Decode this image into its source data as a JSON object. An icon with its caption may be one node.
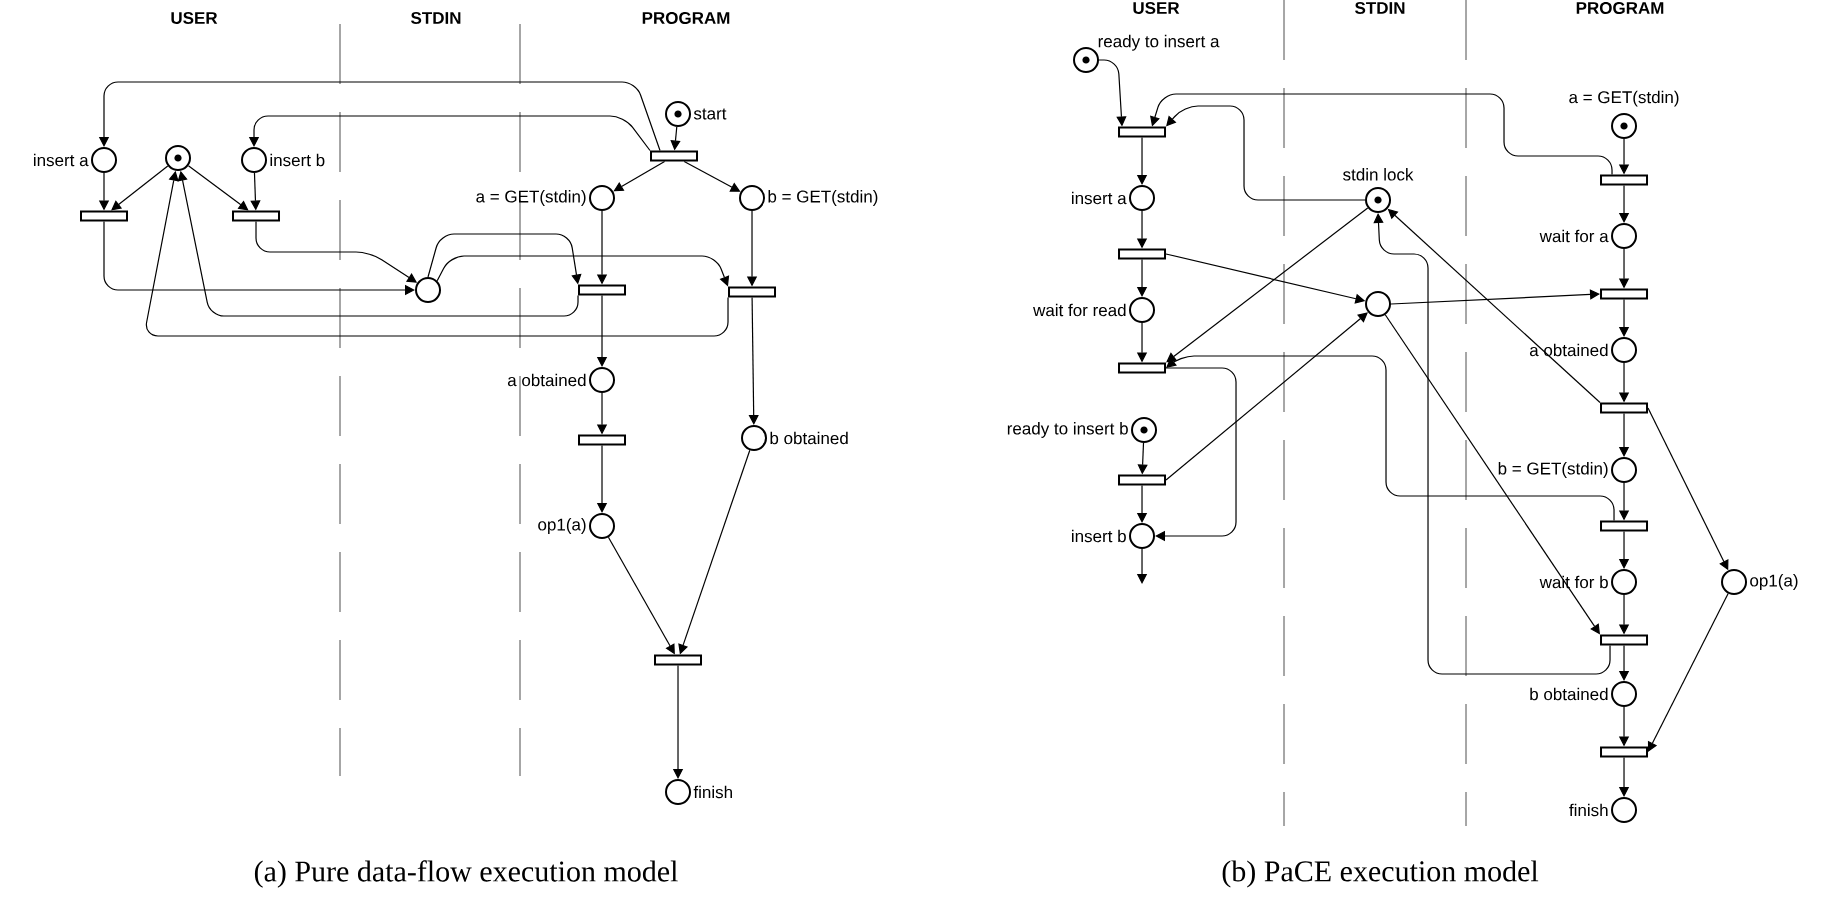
{
  "diagram": {
    "nodes": [
      {
        "text": [],
        "shape": "dot-circle",
        "beside": [
          "start"
        ]
      },
      {
        "text": [],
        "shape": "bar"
      },
      {
        "text": [],
        "shape": "circle",
        "beside": [
          "insert a"
        ]
      },
      {
        "text": [],
        "shape": "dot-circle"
      },
      {
        "text": [],
        "shape": "circle",
        "beside": [
          "insert b"
        ]
      },
      {
        "text": [],
        "shape": "bar"
      },
      {
        "text": [],
        "shape": "bar"
      },
      {
        "text": [],
        "shape": "circle",
        "beside": [
          "a = GET(stdin)"
        ]
      },
      {
        "text": [],
        "shape": "circle",
        "beside": [
          "b = GET(stdin)"
        ]
      },
      {
        "text": [],
        "shape": "circle"
      },
      {
        "text": [],
        "shape": "bar"
      },
      {
        "text": [],
        "shape": "bar"
      },
      {
        "text": [],
        "shape": "circle",
        "beside": [
          "a obtained"
        ]
      },
      {
        "text": [],
        "shape": "bar"
      },
      {
        "text": [],
        "shape": "circle",
        "beside": [
          "b obtained"
        ]
      },
      {
        "text": [],
        "shape": "circle",
        "beside": [
          "op1(a)"
        ]
      },
      {
        "text": [],
        "shape": "bar"
      },
      {
        "text": [],
        "shape": "circle",
        "beside": [
          "finish"
        ]
      },
      {
        "text": [],
        "shape": "dot-circle",
        "beside": [
          "ready to insert a"
        ]
      },
      {
        "text": [],
        "shape": "bar"
      },
      {
        "text": [],
        "shape": "dot-circle",
        "beside": [
          "a = GET(stdin)"
        ]
      },
      {
        "text": [],
        "shape": "dot-circle",
        "beside": [
          "stdin lock"
        ]
      },
      {
        "text": [],
        "shape": "bar"
      },
      {
        "text": [],
        "shape": "circle",
        "beside": [
          "insert a"
        ]
      },
      {
        "text": [],
        "shape": "circle",
        "beside": [
          "wait for a"
        ]
      },
      {
        "text": [],
        "shape": "bar"
      },
      {
        "text": [],
        "shape": "circle"
      },
      {
        "text": [],
        "shape": "bar"
      },
      {
        "text": [],
        "shape": "circle",
        "beside": [
          "wait for read"
        ]
      },
      {
        "text": [],
        "shape": "circle",
        "beside": [
          "a obtained"
        ]
      },
      {
        "text": [],
        "shape": "bar"
      },
      {
        "text": [],
        "shape": "bar"
      },
      {
        "text": [],
        "shape": "dot-circle",
        "beside": [
          "ready to insert b"
        ]
      },
      {
        "text": [],
        "shape": "circle",
        "beside": [
          "b = GET(stdin)"
        ]
      },
      {
        "text": [],
        "shape": "bar"
      },
      {
        "text": [],
        "shape": "bar"
      },
      {
        "text": [],
        "shape": "circle",
        "beside": [
          "insert b"
        ]
      },
      {
        "text": [],
        "shape": "circle",
        "beside": [
          "wait for b"
        ]
      },
      {
        "text": [],
        "shape": "circle",
        "beside": [
          "op1(a)"
        ]
      },
      {
        "text": [],
        "shape": "bar"
      },
      {
        "text": [],
        "shape": "circle",
        "beside": [
          "b obtained"
        ]
      },
      {
        "text": [],
        "shape": "bar"
      },
      {
        "text": [],
        "shape": "circle",
        "beside": [
          "finish"
        ]
      }
    ],
    "edges": [
      {
        "from": 0,
        "to": 1,
        "arrow": "to"
      },
      {
        "from": 1,
        "to": 2,
        "arrow": "to"
      },
      {
        "from": 1,
        "to": 4,
        "arrow": "to"
      },
      {
        "from": 1,
        "to": 7,
        "arrow": "to"
      },
      {
        "from": 1,
        "to": 8,
        "arrow": "to"
      },
      {
        "from": 2,
        "to": 5,
        "arrow": "to"
      },
      {
        "from": 3,
        "to": 5,
        "arrow": "to"
      },
      {
        "from": 3,
        "to": 6,
        "arrow": "to"
      },
      {
        "from": 4,
        "to": 6,
        "arrow": "to"
      },
      {
        "from": 5,
        "to": 9,
        "arrow": "to"
      },
      {
        "from": 6,
        "to": 9,
        "arrow": "to"
      },
      {
        "from": 9,
        "to": 10,
        "arrow": "to"
      },
      {
        "from": 9,
        "to": 11,
        "arrow": "to"
      },
      {
        "from": 10,
        "to": 3,
        "arrow": "to"
      },
      {
        "from": 11,
        "to": 3,
        "arrow": "to"
      },
      {
        "from": 7,
        "to": 10,
        "arrow": "to"
      },
      {
        "from": 8,
        "to": 11,
        "arrow": "to"
      },
      {
        "from": 10,
        "to": 12,
        "arrow": "to"
      },
      {
        "from": 12,
        "to": 13,
        "arrow": "to"
      },
      {
        "from": 11,
        "to": 14,
        "arrow": "to"
      },
      {
        "from": 13,
        "to": 15,
        "arrow": "to"
      },
      {
        "from": 15,
        "to": 16,
        "arrow": "to"
      },
      {
        "from": 14,
        "to": 16,
        "arrow": "to"
      },
      {
        "from": 16,
        "to": 17,
        "arrow": "to"
      },
      {
        "from": 18,
        "to": 19,
        "arrow": "to"
      },
      {
        "from": 22,
        "to": 19,
        "arrow": "to"
      },
      {
        "from": 21,
        "to": 19,
        "arrow": "to"
      },
      {
        "from": 19,
        "to": 23,
        "arrow": "to"
      },
      {
        "from": 23,
        "to": 25,
        "arrow": "to"
      },
      {
        "from": 25,
        "to": 28,
        "arrow": "to"
      },
      {
        "from": 28,
        "to": 30,
        "arrow": "to"
      },
      {
        "from": 25,
        "to": 26,
        "arrow": "to"
      },
      {
        "from": 26,
        "to": 27,
        "arrow": "to"
      },
      {
        "from": 21,
        "to": 30,
        "arrow": "to"
      },
      {
        "from": 34,
        "to": 26,
        "arrow": "to"
      },
      {
        "from": 30,
        "to": 36,
        "arrow": "to"
      },
      {
        "from": 35,
        "to": 30,
        "arrow": "to"
      },
      {
        "from": 31,
        "to": 21,
        "arrow": "to"
      },
      {
        "from": 39,
        "to": 21,
        "arrow": "to"
      },
      {
        "from": 26,
        "to": 39,
        "arrow": "to"
      },
      {
        "from": 31,
        "to": 38,
        "arrow": "to"
      },
      {
        "from": 38,
        "to": 41,
        "arrow": "to"
      },
      {
        "from": 20,
        "to": 22,
        "arrow": "to"
      },
      {
        "from": 22,
        "to": 24,
        "arrow": "to"
      },
      {
        "from": 24,
        "to": 27,
        "arrow": "to"
      },
      {
        "from": 27,
        "to": 29,
        "arrow": "to"
      },
      {
        "from": 29,
        "to": 31,
        "arrow": "to"
      },
      {
        "from": 31,
        "to": 33,
        "arrow": "to"
      },
      {
        "from": 33,
        "to": 35,
        "arrow": "to"
      },
      {
        "from": 35,
        "to": 37,
        "arrow": "to"
      },
      {
        "from": 37,
        "to": 39,
        "arrow": "to"
      },
      {
        "from": 39,
        "to": 40,
        "arrow": "to"
      },
      {
        "from": 40,
        "to": 41,
        "arrow": "to"
      },
      {
        "from": 41,
        "to": 42,
        "arrow": "to"
      },
      {
        "from": 36,
        "to": null,
        "arrow": "to"
      },
      {
        "from": 32,
        "to": 34,
        "arrow": "to"
      },
      {
        "from": 34,
        "to": 36,
        "arrow": "to"
      }
    ],
    "labels": [
      "USER",
      "STDIN",
      "PROGRAM",
      "(a) Pure data-flow execution model",
      "USER",
      "STDIN",
      "PROGRAM",
      "(b) PaCE execution model"
    ]
  }
}
